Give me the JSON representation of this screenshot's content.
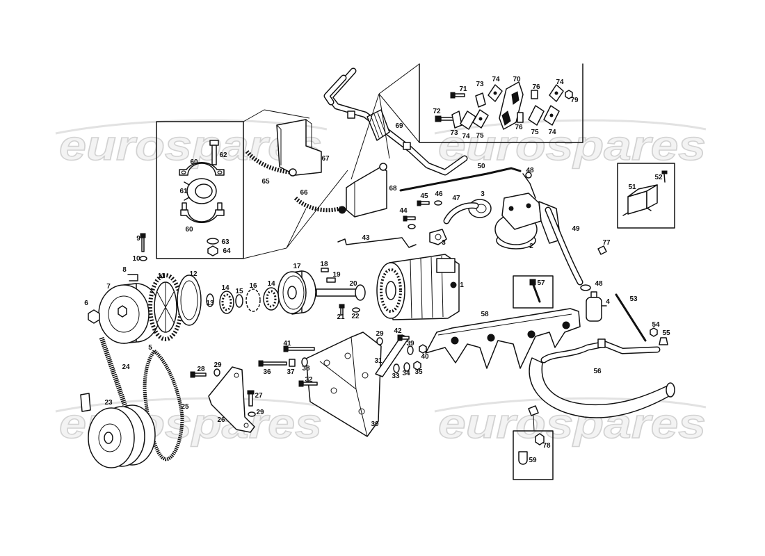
{
  "diagram": {
    "watermark": "eurospares"
  },
  "labels": [
    "1",
    "2",
    "3",
    "3",
    "4",
    "5",
    "6",
    "7",
    "8",
    "9",
    "10",
    "11",
    "12",
    "13",
    "14",
    "15",
    "16",
    "14",
    "17",
    "18",
    "19",
    "20",
    "21",
    "22",
    "23",
    "24",
    "25",
    "26",
    "27",
    "28",
    "29",
    "29",
    "29",
    "30",
    "31",
    "32",
    "33",
    "34",
    "35",
    "36",
    "37",
    "38",
    "39",
    "40",
    "41",
    "42",
    "43",
    "44",
    "45",
    "46",
    "47",
    "48",
    "48",
    "49",
    "50",
    "51",
    "52",
    "53",
    "54",
    "55",
    "56",
    "57",
    "58",
    "59",
    "60",
    "60",
    "61",
    "62",
    "63",
    "64",
    "65",
    "66",
    "67",
    "68",
    "69",
    "70",
    "71",
    "72",
    "73",
    "73",
    "74",
    "74",
    "74",
    "74",
    "75",
    "75",
    "76",
    "76",
    "77",
    "78",
    "79"
  ]
}
